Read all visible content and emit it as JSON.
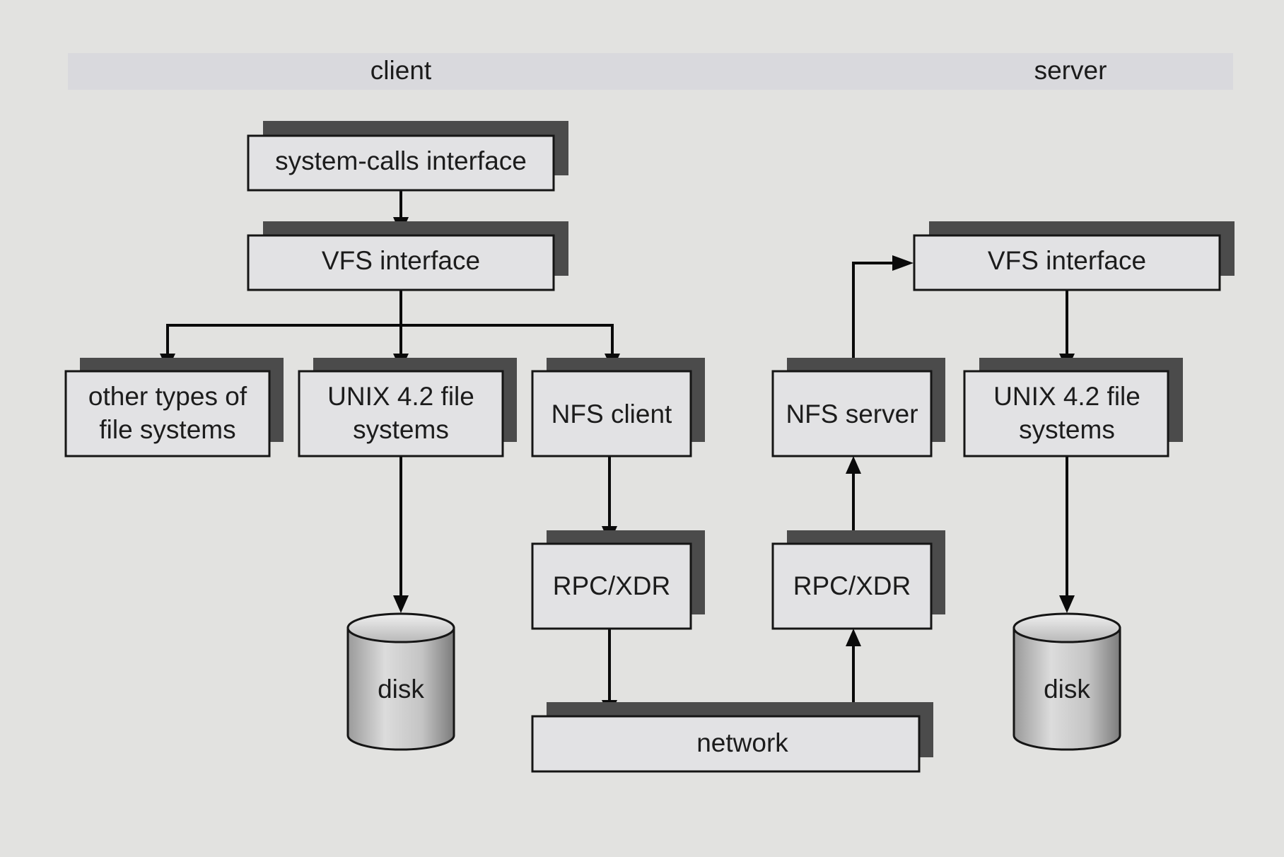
{
  "header": {
    "left_label": "client",
    "right_label": "server"
  },
  "client": {
    "system_calls": "system-calls interface",
    "vfs": "VFS interface",
    "other_fs": [
      "other types of",
      "file systems"
    ],
    "unix_fs": [
      "UNIX 4.2 file",
      "systems"
    ],
    "nfs_client": "NFS client",
    "rpc": "RPC/XDR",
    "disk": "disk"
  },
  "server": {
    "vfs": "VFS interface",
    "nfs_server": "NFS server",
    "unix_fs": [
      "UNIX 4.2 file",
      "systems"
    ],
    "rpc": "RPC/XDR",
    "disk": "disk"
  },
  "network": "network",
  "colors": {
    "background": "#e2e2e0",
    "box_fill": "#e2e2e4",
    "header_band": "#d9d9dd",
    "line": "#0a0a0a"
  }
}
